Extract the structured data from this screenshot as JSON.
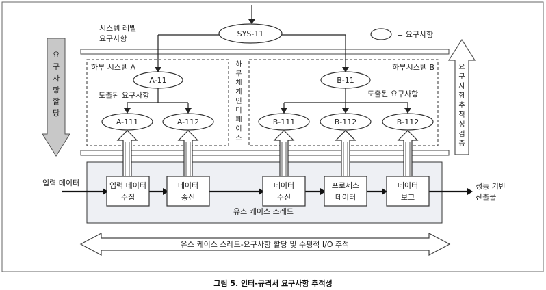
{
  "legend": {
    "label": "= 요구사항"
  },
  "system": {
    "label_line1": "시스템 레벨",
    "label_line2": "요구사항",
    "node": "SYS-11"
  },
  "left_arrow": {
    "chars": [
      "요",
      "구",
      "사",
      "항",
      "할",
      "당"
    ]
  },
  "right_arrow": {
    "chars": [
      "요",
      "구",
      "사",
      "항",
      "추",
      "적",
      "성",
      "검",
      "증"
    ]
  },
  "subsystem_a": {
    "title": "하부 시스템 A",
    "node": "A-11",
    "derived_label": "도출된 요구사항",
    "children": [
      "A-111",
      "A-112"
    ]
  },
  "subsystem_b": {
    "title": "하부시스템 B",
    "node": "B-11",
    "derived_label": "도출된 요구사항",
    "children": [
      "B-111",
      "B-112",
      "B-112"
    ]
  },
  "interface": {
    "chars": [
      "하",
      "부",
      "체",
      "계",
      "인",
      "터",
      "페",
      "이",
      "스"
    ]
  },
  "thread": {
    "input_label": "입력 데이터",
    "output_line1": "성능 기반",
    "output_line2": "산출물",
    "name": "유스 케이스 스레드",
    "steps": [
      {
        "line1": "입력 데이터",
        "line2": "수집"
      },
      {
        "line1": "데이터",
        "line2": "송신"
      },
      {
        "line1": "데이터",
        "line2": "수신"
      },
      {
        "line1": "프로세스",
        "line2": "데이터"
      },
      {
        "line1": "데이터",
        "line2": "보고"
      }
    ]
  },
  "bottom_arrow": {
    "label": "유스 케이스 스레드-요구사항 할당 및 수평적 I/O 추적"
  },
  "caption": "그림 5. 인터-규격서 요구사항 추적성"
}
